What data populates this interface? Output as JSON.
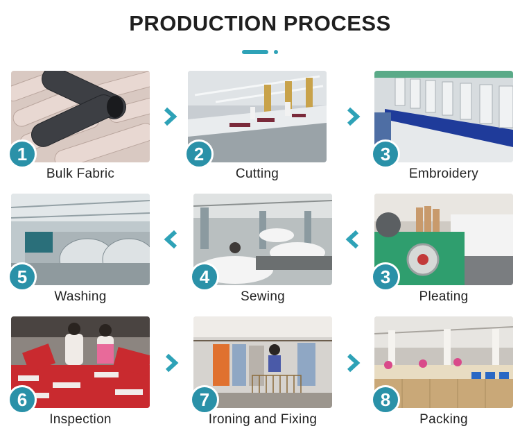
{
  "page": {
    "title": "PRODUCTION PROCESS",
    "accent_color": "#2ea2b7",
    "badge_color": "#2a91a8"
  },
  "steps": [
    {
      "number": "1",
      "label": "Bulk Fabric"
    },
    {
      "number": "2",
      "label": "Cutting"
    },
    {
      "number": "3",
      "label": "Embroidery"
    },
    {
      "number": "3",
      "label": "Pleating"
    },
    {
      "number": "4",
      "label": "Sewing"
    },
    {
      "number": "5",
      "label": "Washing"
    },
    {
      "number": "6",
      "label": "Inspection"
    },
    {
      "number": "7",
      "label": "Ironing and Fixing"
    },
    {
      "number": "8",
      "label": "Packing"
    }
  ],
  "arrows": [
    {
      "icon": "chevron-right-icon"
    },
    {
      "icon": "chevron-right-icon"
    },
    {
      "icon": "chevron-left-icon"
    },
    {
      "icon": "chevron-left-icon"
    },
    {
      "icon": "chevron-right-icon"
    },
    {
      "icon": "chevron-right-icon"
    }
  ]
}
